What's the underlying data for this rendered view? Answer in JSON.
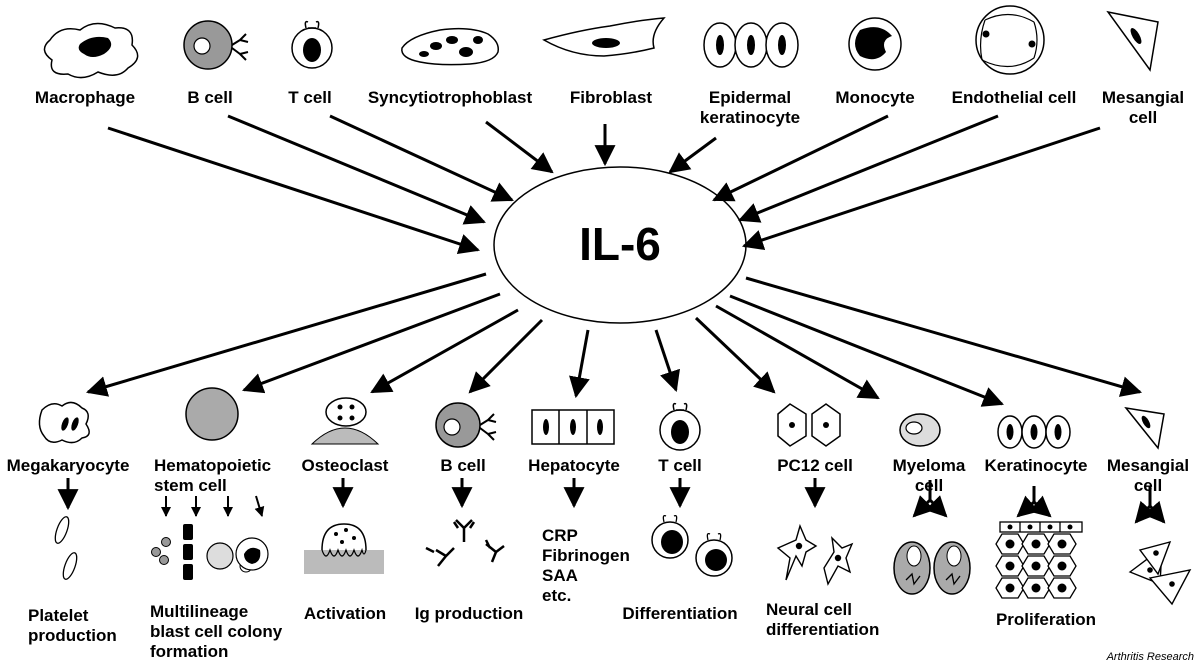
{
  "center": "IL-6",
  "sources": [
    "Macrophage",
    "B cell",
    "T cell",
    "Syncytiotrophoblast",
    "Fibroblast",
    "Epidermal\nkeratinocyte",
    "Monocyte",
    "Endothelial cell",
    "Mesangial\ncell"
  ],
  "targets": [
    "Megakaryocyte",
    "Hematopoietic\nstem cell",
    "Osteoclast",
    "B cell",
    "Hepatocyte",
    "T cell",
    "PC12 cell",
    "Myeloma\ncell",
    "Keratinocyte",
    "Mesangial\ncell"
  ],
  "effects": [
    "Platelet\nproduction",
    "Multilineage\nblast cell colony\nformation",
    "Activation",
    "Ig production",
    "CRP\nFibrinogen\nSAA\netc.",
    "Differentiation",
    "Neural cell\ndifferentiation",
    "",
    "Proliferation",
    ""
  ],
  "credit": "Arthritis Research"
}
